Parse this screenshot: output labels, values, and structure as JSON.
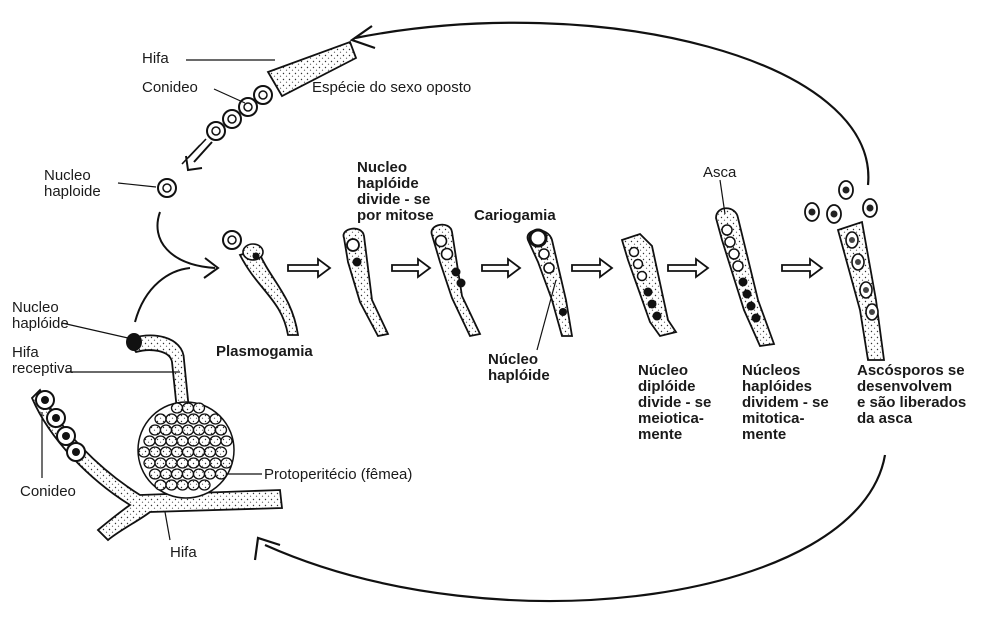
{
  "labels": {
    "hifa_top": "Hifa",
    "conideo_top": "Conideo",
    "especie": "Espécie do sexo oposto",
    "nucleo_haploide_left": [
      "Nucleo",
      "haploide"
    ],
    "nucleo_mitose": [
      "Nucleo",
      "haplóide",
      "divide - se",
      "por mitose"
    ],
    "cariogamia": "Cariogamia",
    "asca": "Asca",
    "nucleo_haploide_bl": [
      "Nucleo",
      "haplóide"
    ],
    "hifa_receptiva": [
      "Hifa",
      "receptiva"
    ],
    "plasmogamia": "Plasmogamia",
    "nucleo_haploide_mid": [
      "Núcleo",
      "haplóide"
    ],
    "nucleo_diploide": [
      "Núcleo",
      "diplóide",
      "divide - se",
      "meiotica-",
      "mente"
    ],
    "nucleos_haploides": [
      "Núcleos",
      "haplóides",
      "dividem - se",
      "mitotica-",
      "mente"
    ],
    "ascosporos": [
      "Ascósporos se",
      "desenvolvem",
      "e são liberados",
      "da asca"
    ],
    "protoperitecio": "Protoperitécio (fêmea)",
    "conideo_bottom": "Conideo",
    "hifa_bottom": "Hifa"
  }
}
